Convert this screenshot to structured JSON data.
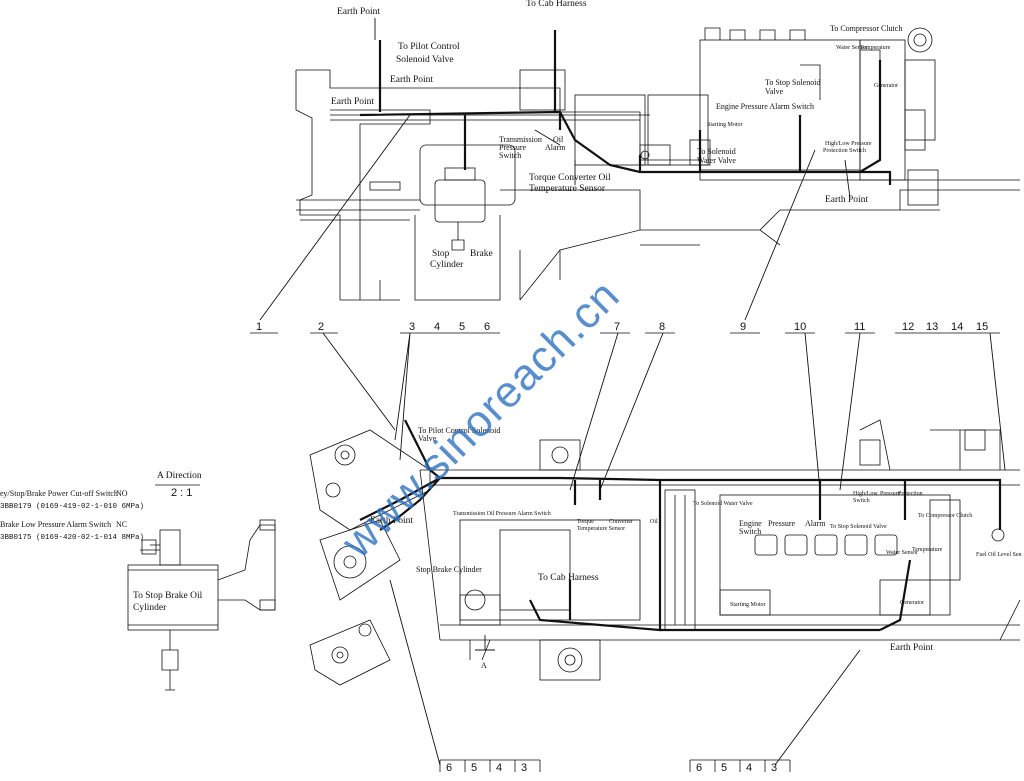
{
  "top_view": {
    "labels": {
      "earth_point_1": "Earth Point",
      "to_cab_harness": "To Cab Harness",
      "to_pilot_control_1": "To      Pilot      Control",
      "to_pilot_control_2": "Solenoid Valve",
      "earth_point_2": "Earth Point",
      "earth_point_3": "Earth Point",
      "to_compressor_clutch": "To Compressor Clutch",
      "water_sensor": "Water Sensor",
      "temperature": "Temperature",
      "generator": "Generator",
      "to_stop_solenoid_1": "To Stop Solenoid",
      "to_stop_solenoid_2": "Valve",
      "engine_pressure_alarm": "Engine Pressure Alarm Switch",
      "starting_motor": "Starting Motor",
      "high_low_pressure": "High/Low    Pressure",
      "protection_switch": "Protection Switch",
      "transmission": "Transmission",
      "pressure": "Pressure",
      "switch": "Switch",
      "oil": "Oil",
      "alarm": "Alarm",
      "to_solenoid_1": "To          Solenoid",
      "to_solenoid_2": "Water Valve",
      "torque_converter_oil": "Torque      Converter      Oil",
      "temp_sensor": "Temperature Sensor",
      "earth_point_4": "Earth Point",
      "stop": "Stop",
      "brake": "Brake",
      "cylinder": "Cylinder"
    }
  },
  "callouts": {
    "top_row": [
      "1",
      "2",
      "3",
      "4",
      "5",
      "6",
      "7",
      "8",
      "9",
      "10",
      "11",
      "12",
      "13",
      "14",
      "15"
    ],
    "bottom_left": [
      "6",
      "5",
      "4",
      "3"
    ],
    "bottom_right": [
      "6",
      "5",
      "4",
      "3"
    ]
  },
  "detail_view": {
    "title": "A Direction",
    "scale": "2 : 1",
    "switch_1_name": "ey/Stop/Brake Power Cut-off Switch",
    "switch_1_type": "NO",
    "switch_1_code": "3BB0179 (0169-419-02-1-010 6MPa)",
    "switch_2_name": "Brake Low Pressure Alarm Switch",
    "switch_2_type": "NC",
    "switch_2_code": "3BB0175 (0169-420-02-1-014 8MPa)",
    "cylinder_label_1": "To  Stop  Brake  Oil",
    "cylinder_label_2": "Cylinder"
  },
  "bottom_view": {
    "labels": {
      "to_pilot_1": "To  Pilot  Control  Solenoid",
      "to_pilot_2": "Valve",
      "earth_point": "Earth Point",
      "trans_alarm": "Transmission Oil Pressure Alarm Switch",
      "torque": "Torque",
      "converter": "Converter",
      "oil": "Oil",
      "temp_sensor": "Temperature Sensor",
      "to_solenoid_water": "To Solenoid Water Valve",
      "high_low": "High/Low",
      "pressure": "Pressure",
      "protection": "Protection",
      "switch_small": "Switch",
      "engine": "Engine",
      "pressure_big": "Pressure",
      "alarm": "Alarm",
      "switch_big": "Switch",
      "to_stop_solenoid": "To Stop Solenoid Valve",
      "to_compressor_clutch": "To Compressor Clutch",
      "water_sensor": "Water Sensor",
      "temperature": "Temperature",
      "generator": "Generator",
      "starting_motor": "Starting Motor",
      "stop_brake_cylinder": "Stop Brake Cylinder",
      "to_cab_harness": "To Cab Harness",
      "fuel_oil_level": "Fuel Oil Level Sen",
      "earth_point_2": "Earth Point",
      "section_a": "A"
    }
  },
  "watermark": "www.sinoreach.cn",
  "colors": {
    "line": "#111111",
    "watermark": "#2a6fc0"
  }
}
